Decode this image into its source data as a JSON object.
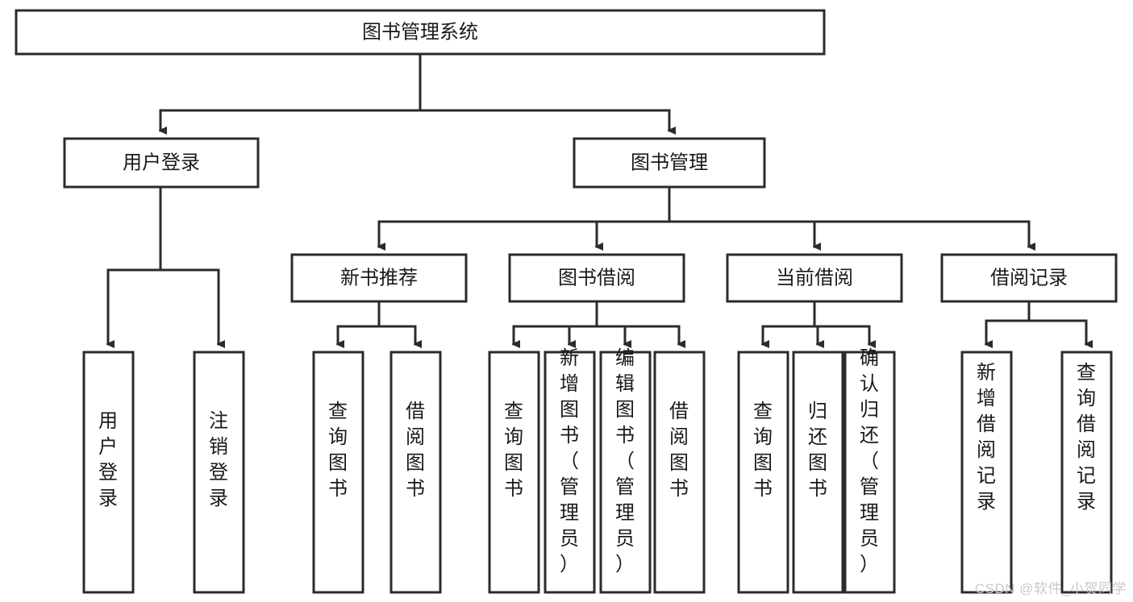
{
  "diagram": {
    "type": "tree",
    "title": "图书管理系统",
    "watermark": "CSDN @软件_小贺同学",
    "colors": {
      "stroke": "#2b2b2b",
      "fill": "#ffffff",
      "text": "#1a1a1a",
      "watermark": "#c9c9c9"
    },
    "root": {
      "label": "图书管理系统"
    },
    "level2": [
      {
        "label": "用户登录"
      },
      {
        "label": "图书管理"
      }
    ],
    "level3": [
      {
        "label": "新书推荐"
      },
      {
        "label": "图书借阅"
      },
      {
        "label": "当前借阅"
      },
      {
        "label": "借阅记录"
      }
    ],
    "leaves": {
      "user_login": [
        {
          "label": "用户登录"
        },
        {
          "label": "注销登录"
        }
      ],
      "new_book": [
        {
          "label": "查询图书"
        },
        {
          "label": "借阅图书"
        }
      ],
      "book_borrow": [
        {
          "label": "查询图书"
        },
        {
          "label": "新增图书（管理员）"
        },
        {
          "label": "编辑图书（管理员）"
        },
        {
          "label": "借阅图书"
        }
      ],
      "current_borrow": [
        {
          "label": "查询图书"
        },
        {
          "label": "归还图书"
        },
        {
          "label": "确认归还（管理员）"
        }
      ],
      "borrow_record": [
        {
          "label": "新增借阅记录"
        },
        {
          "label": "查询借阅记录"
        }
      ]
    }
  }
}
